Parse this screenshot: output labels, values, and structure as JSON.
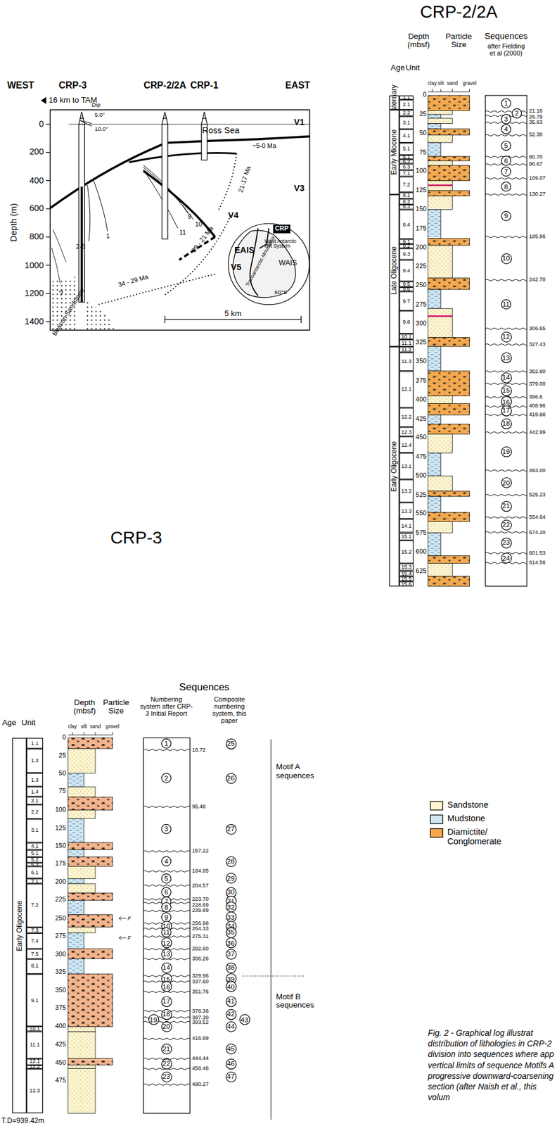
{
  "diagram": {
    "caption": "Fig. 2 - Graphical log illustrat distribution of lithologies in CRP-2 division into sequences where app vertical limits of sequence Motifs A progressive downward-coarsening section (after Naish et al., this volum",
    "nodes": [
      {
        "text": [
          "EAIS",
          "WAIS",
          "Transantarctic Mountains",
          "West Antarctic Rift System",
          "60°S"
        ]
      },
      {
        "text": [
          "CRP"
        ],
        "in": 0
      },
      {
        "text": [
          "Quaternary"
        ]
      },
      {
        "text": [
          "Early Miocene"
        ]
      },
      {
        "text": [
          "Late Oligocene"
        ]
      },
      {
        "text": [
          "Early Oligocene"
        ]
      },
      {
        "text": [
          "1.1"
        ]
      },
      {
        "text": [
          "2.1"
        ]
      },
      {
        "text": [
          "2.2"
        ]
      },
      {
        "text": [
          "3.1"
        ]
      },
      {
        "text": [
          "4.1"
        ]
      },
      {
        "text": [
          "5.1"
        ]
      },
      {
        "text": [
          "6.1"
        ]
      },
      {
        "text": [
          "6.2"
        ]
      },
      {
        "text": [
          "6.3"
        ]
      },
      {
        "text": [
          "7.1"
        ]
      },
      {
        "text": [
          "7.2"
        ]
      },
      {
        "text": [
          "8.1"
        ]
      },
      {
        "text": [
          "8.2"
        ]
      },
      {
        "text": [
          "8.3"
        ]
      },
      {
        "text": [
          "8.4"
        ]
      },
      {
        "text": [
          "9.1"
        ]
      },
      {
        "text": [
          "9.2"
        ]
      },
      {
        "text": [
          "9.3"
        ]
      },
      {
        "text": [
          "9.4"
        ]
      },
      {
        "text": [
          "9.5"
        ]
      },
      {
        "text": [
          "9.6"
        ]
      },
      {
        "text": [
          "9.7"
        ]
      },
      {
        "text": [
          "9.8"
        ]
      },
      {
        "text": [
          "10.1"
        ]
      },
      {
        "text": [
          "11.1"
        ]
      },
      {
        "text": [
          "11.2"
        ]
      },
      {
        "text": [
          "11.3"
        ]
      },
      {
        "text": [
          "12.1"
        ]
      },
      {
        "text": [
          "12.2"
        ]
      },
      {
        "text": [
          "12.3"
        ]
      },
      {
        "text": [
          "12.4"
        ]
      },
      {
        "text": [
          "13.1"
        ]
      },
      {
        "text": [
          "13.2"
        ]
      },
      {
        "text": [
          "13.3"
        ]
      },
      {
        "text": [
          "14.1"
        ]
      },
      {
        "text": [
          "15.1"
        ]
      },
      {
        "text": [
          "15.2"
        ]
      },
      {
        "text": [
          "15.3"
        ]
      },
      {
        "text": [
          "15.4"
        ]
      },
      {
        "text": [
          "15.5"
        ]
      },
      {
        "text": [
          "15.6"
        ]
      },
      {
        "text": [
          "1"
        ]
      },
      {
        "text": [
          "2"
        ]
      },
      {
        "text": [
          "3"
        ]
      },
      {
        "text": [
          "4"
        ]
      },
      {
        "text": [
          "5"
        ]
      },
      {
        "text": [
          "6"
        ]
      },
      {
        "text": [
          "7"
        ]
      },
      {
        "text": [
          "8"
        ]
      },
      {
        "text": [
          "9"
        ]
      },
      {
        "text": [
          "10"
        ]
      },
      {
        "text": [
          "11"
        ]
      },
      {
        "text": [
          "12"
        ]
      },
      {
        "text": [
          "13"
        ]
      },
      {
        "text": [
          "14"
        ]
      },
      {
        "text": [
          "15"
        ]
      },
      {
        "text": [
          "16"
        ]
      },
      {
        "text": [
          "17"
        ]
      },
      {
        "text": [
          "18"
        ]
      },
      {
        "text": [
          "19"
        ]
      },
      {
        "text": [
          "20"
        ]
      },
      {
        "text": [
          "21"
        ]
      },
      {
        "text": [
          "22"
        ]
      },
      {
        "text": [
          "23"
        ]
      },
      {
        "text": [
          "24"
        ]
      },
      {
        "text": [
          "Early Oligocene"
        ]
      },
      {
        "text": [
          "1.1"
        ]
      },
      {
        "text": [
          "1.2"
        ]
      },
      {
        "text": [
          "1.3"
        ]
      },
      {
        "text": [
          "1.4"
        ]
      },
      {
        "text": [
          "2.1"
        ]
      },
      {
        "text": [
          "2.2"
        ]
      },
      {
        "text": [
          "3.1"
        ]
      },
      {
        "text": [
          "4.1"
        ]
      },
      {
        "text": [
          "5.1"
        ]
      },
      {
        "text": [
          "5.2"
        ]
      },
      {
        "text": [
          "5.3"
        ]
      },
      {
        "text": [
          "6.1"
        ]
      },
      {
        "text": [
          "7.1"
        ]
      },
      {
        "text": [
          "7.2"
        ]
      },
      {
        "text": [
          "7.3"
        ]
      },
      {
        "text": [
          "7.4"
        ]
      },
      {
        "text": [
          "7.5"
        ]
      },
      {
        "text": [
          "8.1"
        ]
      },
      {
        "text": [
          "9.1"
        ]
      },
      {
        "text": [
          "10.1"
        ]
      },
      {
        "text": [
          "11.1"
        ]
      },
      {
        "text": [
          "12.1"
        ]
      },
      {
        "text": [
          "12.2"
        ]
      },
      {
        "text": [
          "12.3"
        ]
      },
      {
        "text": [
          "1"
        ]
      },
      {
        "text": [
          "2"
        ]
      },
      {
        "text": [
          "3"
        ]
      },
      {
        "text": [
          "4"
        ]
      },
      {
        "text": [
          "5"
        ]
      },
      {
        "text": [
          "6"
        ]
      },
      {
        "text": [
          "7"
        ]
      },
      {
        "text": [
          "8"
        ]
      },
      {
        "text": [
          "9"
        ]
      },
      {
        "text": [
          "10"
        ]
      },
      {
        "text": [
          "11"
        ]
      },
      {
        "text": [
          "12"
        ]
      },
      {
        "text": [
          "13"
        ]
      },
      {
        "text": [
          "14"
        ]
      },
      {
        "text": [
          "15"
        ]
      },
      {
        "text": [
          "16"
        ]
      },
      {
        "text": [
          "17"
        ]
      },
      {
        "text": [
          "18"
        ]
      },
      {
        "text": [
          "19"
        ]
      },
      {
        "text": [
          "20"
        ]
      },
      {
        "text": [
          "21"
        ]
      },
      {
        "text": [
          "22"
        ]
      },
      {
        "text": [
          "23"
        ]
      },
      {
        "text": [
          "25"
        ]
      },
      {
        "text": [
          "26"
        ]
      },
      {
        "text": [
          "27"
        ]
      },
      {
        "text": [
          "28"
        ]
      },
      {
        "text": [
          "29"
        ]
      },
      {
        "text": [
          "30"
        ]
      },
      {
        "text": [
          "31"
        ]
      },
      {
        "text": [
          "32"
        ]
      },
      {
        "text": [
          "33"
        ]
      },
      {
        "text": [
          "34"
        ]
      },
      {
        "text": [
          "35"
        ]
      },
      {
        "text": [
          "36"
        ]
      },
      {
        "text": [
          "37"
        ]
      },
      {
        "text": [
          "38"
        ]
      },
      {
        "text": [
          "39"
        ]
      },
      {
        "text": [
          "40"
        ]
      },
      {
        "text": [
          "41"
        ]
      },
      {
        "text": [
          "42"
        ]
      },
      {
        "text": [
          "43"
        ]
      },
      {
        "text": [
          "44"
        ]
      },
      {
        "text": [
          "45"
        ]
      },
      {
        "text": [
          "46"
        ]
      },
      {
        "text": [
          "47"
        ]
      }
    ],
    "labels": [
      "WEST",
      "CRP-3",
      "CRP-2/2A",
      "CRP-1",
      "EAST",
      "16 km to TAM",
      "Depth (m)",
      "0",
      "200",
      "400",
      "600",
      "800",
      "1000",
      "1200",
      "1400",
      "Dip",
      "5.0°",
      "10.0°",
      "Ross Sea",
      "V1",
      "~5-0 Ma",
      "V3",
      "21-17 Ma",
      "9",
      "10",
      "11",
      "V4",
      "2-6",
      "1",
      "29 - 21 Ma",
      "34 - 29 Ma",
      "V5",
      "?",
      "Beacon Sandstone",
      "5 km",
      "CRP-2/2A",
      "Age",
      "Unit",
      "Depth (mbsf)",
      "Particle Size",
      "Sequences",
      "after Fielding et al (2000)",
      "clay",
      "silt",
      "sand",
      "gravel",
      "0",
      "25",
      "50",
      "75",
      "100",
      "125",
      "150",
      "175",
      "200",
      "225",
      "250",
      "275",
      "300",
      "325",
      "350",
      "375",
      "400",
      "425",
      "450",
      "475",
      "500",
      "525",
      "550",
      "575",
      "600",
      "625",
      "21.16",
      "26.79",
      "35.83",
      "52.30",
      "80.70",
      "90.67",
      "109.07",
      "130.27",
      "185.96",
      "242.70",
      "306.65",
      "327.43",
      "362.80",
      "379.00",
      "396.6",
      "408.96",
      "419.88",
      "442.99",
      "493.00",
      "525.23",
      "554.64",
      "574.20",
      "601.53",
      "614.56",
      "CRP-3",
      "Sequences",
      "Age",
      "Unit",
      "Depth (mbsf)",
      "Particle Size",
      "Numbering system after CRP-3 Initial Report",
      "Composite numbering system, this paper",
      "clay",
      "silt",
      "sand",
      "gravel",
      "0",
      "25",
      "50",
      "75",
      "100",
      "125",
      "150",
      "175",
      "200",
      "225",
      "250",
      "275",
      "300",
      "325",
      "350",
      "375",
      "400",
      "425",
      "450",
      "475",
      "16.72",
      "95.48",
      "157.22",
      "184.85",
      "204.57",
      "223.70",
      "228.69",
      "239.89",
      "256.98",
      "264.33",
      "275.31",
      "292.60",
      "306.26",
      "329.96",
      "337.60",
      "351.76",
      "378.36",
      "387.30",
      "393.52",
      "416.99",
      "444.44",
      "458.48",
      "480.27",
      "Motif A sequences",
      "Motif B sequences",
      "T.D=939.42m",
      "F",
      "F"
    ],
    "legend": [
      {
        "text": "Sandstone",
        "color": "#fdf5cf"
      },
      {
        "text": "Mudstone",
        "color": "#cfe7f3"
      },
      {
        "text": "Diamictite/ Conglomerate",
        "color": "#f5a94e"
      }
    ]
  }
}
